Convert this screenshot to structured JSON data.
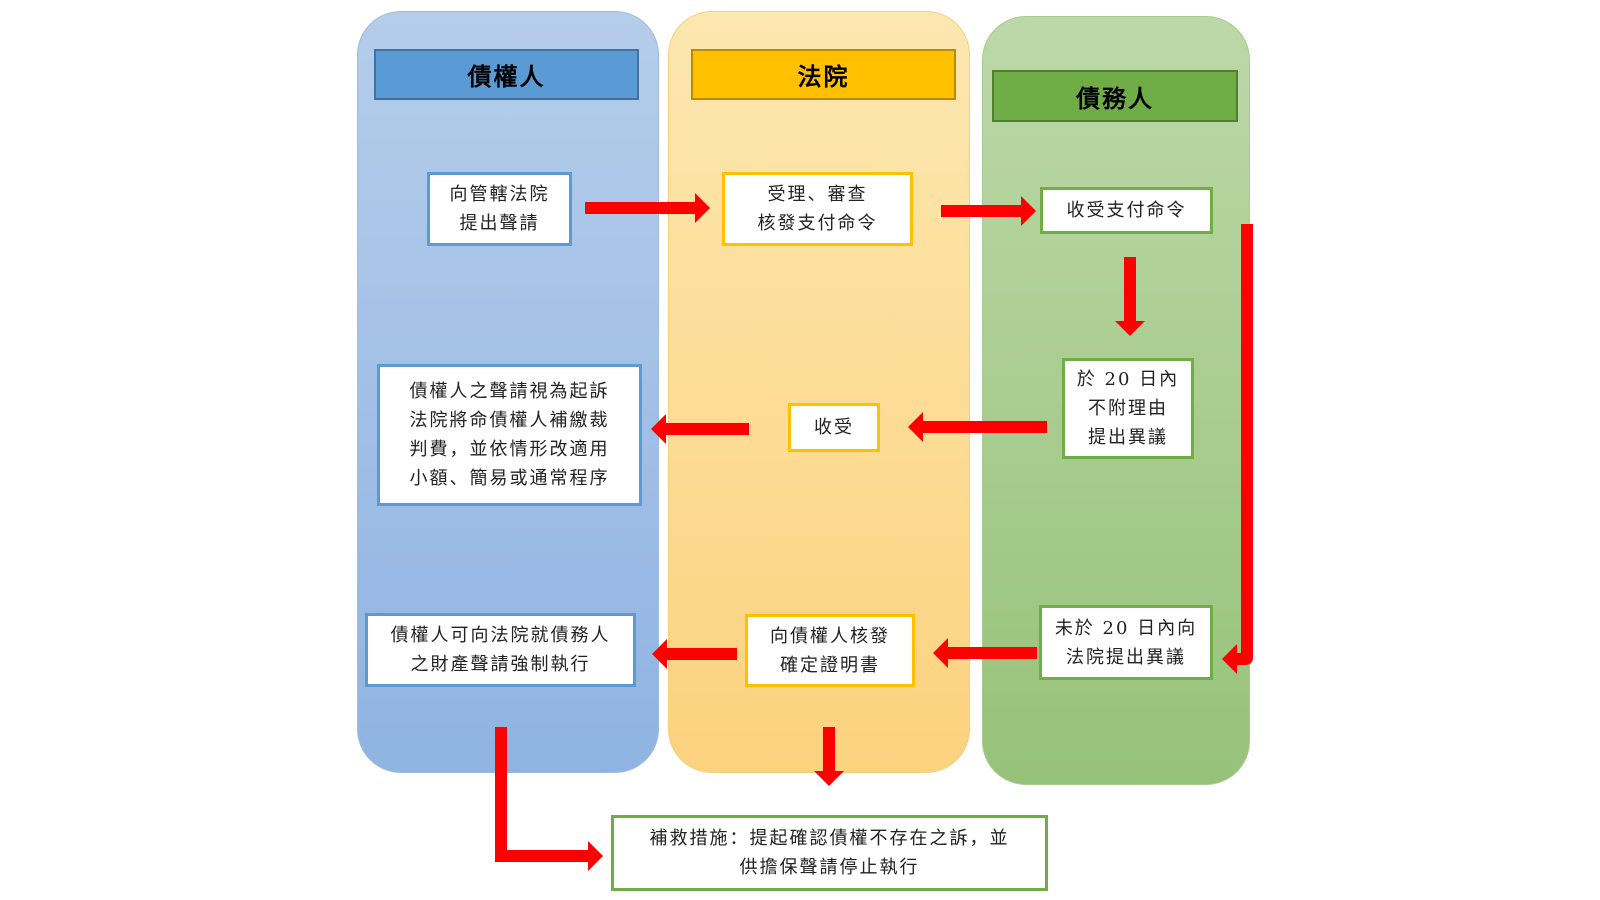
{
  "lanes": {
    "creditor": {
      "title": "債權人",
      "color": "#5b9bd5"
    },
    "court": {
      "title": "法院",
      "color": "#ffc000"
    },
    "debtor": {
      "title": "債務人",
      "color": "#70ad47"
    }
  },
  "nodes": {
    "file_application": "向管轄法院\n提出聲請",
    "accept_review": "受理、審查\n核發支付命令",
    "receive_order": "收受支付命令",
    "objection_within": "於 20 日內\n不附理由\n提出異議",
    "court_receive": "收受",
    "deemed_lawsuit": "債權人之聲請視為起訴\n法院將命債權人補繳裁\n判費，並依情形改適用\n小額、簡易或通常程序",
    "no_objection": "未於 20 日內向\n法院提出異議",
    "confirm_cert": "向債權人核發\n確定證明書",
    "enforcement": "債權人可向法院就債務人\n之財產聲請強制執行",
    "remedy": "補救措施：提起確認債權不存在之訴，並\n供擔保聲請停止執行"
  },
  "arrow_color": "#ff0000"
}
